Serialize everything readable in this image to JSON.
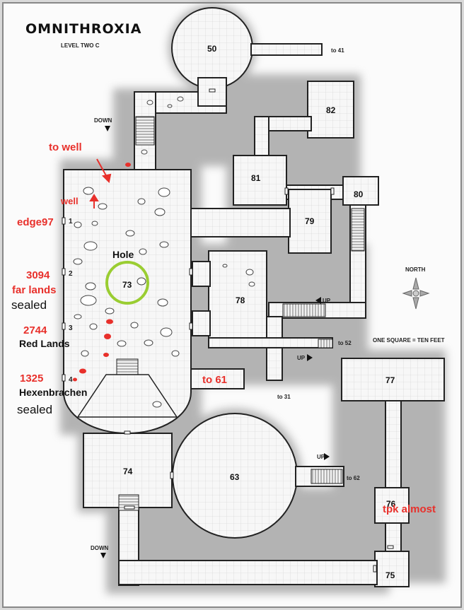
{
  "header": {
    "title": "OMNITHROXIA",
    "subtitle": "LEVEL TWO C"
  },
  "colors": {
    "ink": "#222222",
    "fill": "#f7f7f7",
    "grid": "#cfcfcf",
    "note_red": "#e8302b",
    "circle_green": "#9acd32",
    "background": "#d9d9d9"
  },
  "rooms": [
    {
      "id": "50",
      "label": "50"
    },
    {
      "id": "82",
      "label": "82"
    },
    {
      "id": "81",
      "label": "81"
    },
    {
      "id": "80",
      "label": "80"
    },
    {
      "id": "79",
      "label": "79"
    },
    {
      "id": "78",
      "label": "78"
    },
    {
      "id": "73",
      "label": "73"
    },
    {
      "id": "77",
      "label": "77"
    },
    {
      "id": "74",
      "label": "74"
    },
    {
      "id": "63",
      "label": "63"
    },
    {
      "id": "76",
      "label": "76"
    },
    {
      "id": "75",
      "label": "75"
    }
  ],
  "map_labels": {
    "to_41": "to 41",
    "to_52": "to 52",
    "to_31": "to 31",
    "to_62": "to 62",
    "down_1": "DOWN",
    "down_2": "DOWN",
    "up_1": "UP",
    "up_2": "UP",
    "up_3": "UP",
    "north": "NORTH",
    "scale": "ONE SQUARE = TEN FEET",
    "door_1": "1",
    "door_2": "2",
    "door_3": "3",
    "door_4": "4"
  },
  "annotations": {
    "to_well": "to well",
    "well": "well",
    "edge97": "edge97",
    "hole": "Hole",
    "n3094": "3094",
    "far_lands": "far lands",
    "sealed_1": "sealed",
    "n2744": "2744",
    "red_lands": "Red Lands",
    "n1325": "1325",
    "hexenbrachen": "Hexenbrachen",
    "sealed_2": "sealed",
    "to_61": "to 61",
    "tpk_almost": "tpk almost"
  },
  "icons": {
    "compass": "compass-rose-icon",
    "arrow": "arrow-icon"
  }
}
